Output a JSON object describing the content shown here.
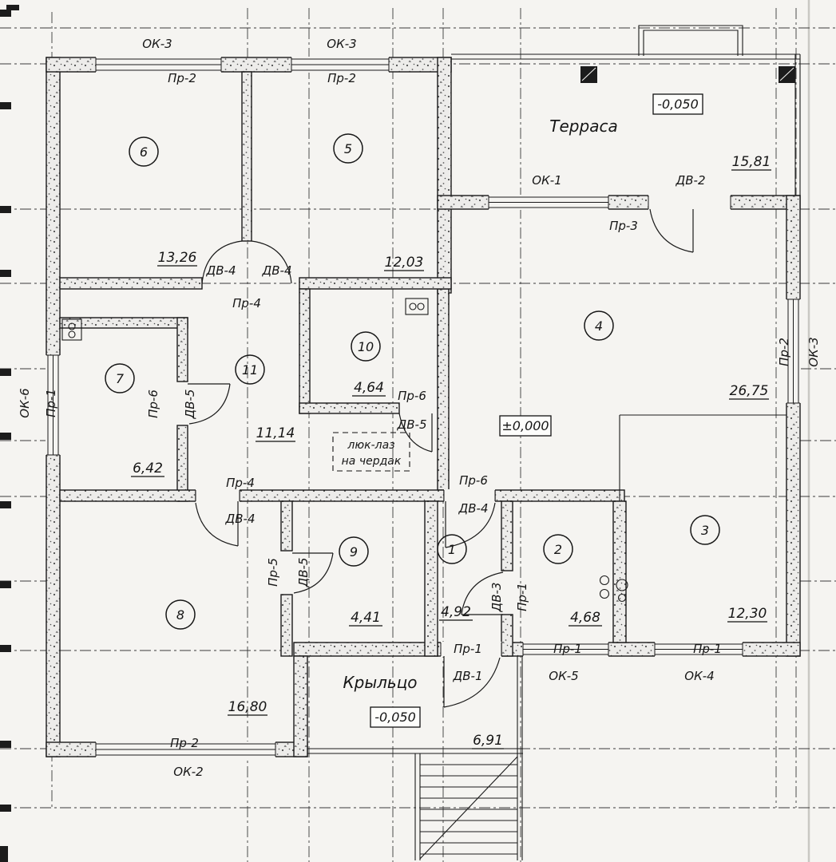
{
  "plan": {
    "openings": {
      "ok1": "ОК-1",
      "ok2": "ОК-2",
      "ok3": "ОК-3",
      "ok4": "ОК-4",
      "ok5": "ОК-5",
      "ok6": "ОК-6",
      "pr1": "Пр-1",
      "pr2": "Пр-2",
      "pr3": "Пр-3",
      "pr4": "Пр-4",
      "pr5": "Пр-5",
      "pr6": "Пр-6",
      "dv1": "ДВ-1",
      "dv2": "ДВ-2",
      "dv3": "ДВ-3",
      "dv4": "ДВ-4",
      "dv5": "ДВ-5"
    },
    "rooms": {
      "r1": {
        "num": "1",
        "area": "4,92"
      },
      "r2": {
        "num": "2",
        "area": "4,68"
      },
      "r3": {
        "num": "3",
        "area": "12,30"
      },
      "r4": {
        "num": "4",
        "area": "26,75"
      },
      "r5": {
        "num": "5",
        "area": "12,03"
      },
      "r6": {
        "num": "6",
        "area": "13,26"
      },
      "r7": {
        "num": "7",
        "area": "6,42"
      },
      "r8": {
        "num": "8",
        "area": "16,80"
      },
      "r9": {
        "num": "9",
        "area": "4,41"
      },
      "r10": {
        "num": "10",
        "area": "4,64"
      },
      "r11": {
        "num": "11",
        "area": "11,14"
      }
    },
    "zones": {
      "terrace": {
        "name": "Терраса",
        "area": "15,81",
        "elevation": "-0,050"
      },
      "porch": {
        "name": "Крыльцо",
        "area": "6,91",
        "elevation": "-0,050"
      },
      "main": {
        "elevation": "±0,000"
      }
    },
    "notes": {
      "attic1": "люк-лаз",
      "attic2": "на чердак"
    }
  }
}
